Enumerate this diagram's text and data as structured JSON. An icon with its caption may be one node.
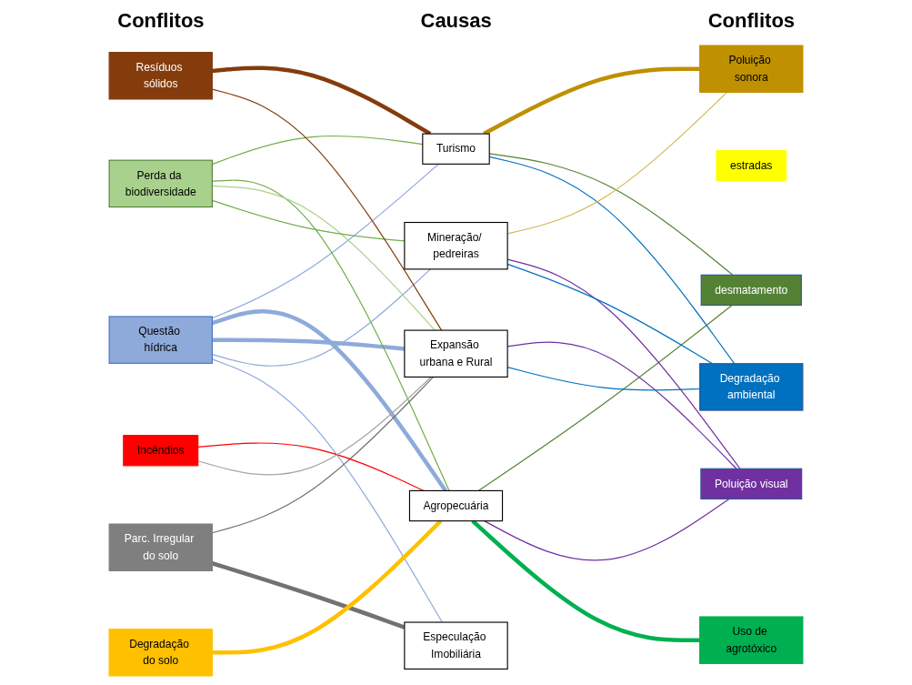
{
  "diagram": {
    "nodes": [
      {
        "text": [
          "Questão hídrica"
        ]
      },
      {
        "text": [
          "Perda da biodiversidade"
        ]
      },
      {
        "text": [
          "Resíduos sólidos"
        ]
      },
      {
        "text": [
          "Parc. Irregular do solo"
        ]
      },
      {
        "text": [
          "Incêndios"
        ]
      },
      {
        "text": [
          "Degradação do solo"
        ]
      },
      {
        "text": [
          "Turismo"
        ]
      },
      {
        "text": [
          "Agropecuária"
        ]
      },
      {
        "text": [
          "Expansão urbana e Rural"
        ]
      },
      {
        "text": [
          "Mineração/ pedreiras"
        ]
      },
      {
        "text": [
          "Especulação Imobiliária"
        ]
      },
      {
        "text": [
          "Poluição sonora"
        ]
      },
      {
        "text": [
          "estradas"
        ]
      },
      {
        "text": [
          "desmatamento"
        ]
      },
      {
        "text": [
          "Poluição visual"
        ]
      },
      {
        "text": [
          "Uso de agrotóxico"
        ]
      },
      {
        "text": [
          "Degradação ambiental"
        ]
      }
    ],
    "edges": [
      {
        "from": 0,
        "to": 6,
        "arrow": "none",
        "color": "#8eaadb"
      },
      {
        "from": 0,
        "to": 7,
        "arrow": "none",
        "style": "thick",
        "color": "#8eaadb"
      },
      {
        "from": 0,
        "to": 8,
        "arrow": "none",
        "style": "thick",
        "color": "#8eaadb"
      },
      {
        "from": 0,
        "to": 9,
        "arrow": "none",
        "color": "#8eaadb"
      },
      {
        "from": 0,
        "to": 10,
        "arrow": "none",
        "color": "#8eaadb"
      },
      {
        "from": 1,
        "to": 6,
        "arrow": "none",
        "color": "#70ad47"
      },
      {
        "from": 1,
        "to": 7,
        "arrow": "none",
        "color": "#70ad47"
      },
      {
        "from": 1,
        "to": 8,
        "arrow": "none",
        "color": "#a9d18e"
      },
      {
        "from": 1,
        "to": 9,
        "arrow": "none",
        "color": "#70ad47"
      },
      {
        "from": 2,
        "to": 6,
        "arrow": "none",
        "style": "thick",
        "color": "#843c0c"
      },
      {
        "from": 2,
        "to": 8,
        "arrow": "none",
        "color": "#843c0c"
      },
      {
        "from": 3,
        "to": 8,
        "arrow": "none",
        "color": "#767171"
      },
      {
        "from": 3,
        "to": 10,
        "arrow": "none",
        "style": "thick",
        "color": "#767171"
      },
      {
        "from": 4,
        "to": 7,
        "arrow": "none",
        "color": "#ff0000"
      },
      {
        "from": 4,
        "to": 8,
        "arrow": "none",
        "color": "#a5a5a5"
      },
      {
        "from": 5,
        "to": 7,
        "arrow": "none",
        "style": "thick",
        "color": "#ffc000"
      },
      {
        "from": 6,
        "to": 11,
        "arrow": "none",
        "style": "thick",
        "color": "#bf9000"
      },
      {
        "from": 6,
        "to": 13,
        "arrow": "none",
        "color": "#548235"
      },
      {
        "from": 6,
        "to": 16,
        "arrow": "none",
        "color": "#0070c0"
      },
      {
        "from": 7,
        "to": 13,
        "arrow": "none",
        "color": "#548235"
      },
      {
        "from": 7,
        "to": 14,
        "arrow": "none",
        "color": "#7030a0"
      },
      {
        "from": 7,
        "to": 15,
        "arrow": "none",
        "style": "thick",
        "color": "#00b050"
      },
      {
        "from": 8,
        "to": 14,
        "arrow": "none",
        "color": "#7030a0"
      },
      {
        "from": 8,
        "to": 16,
        "arrow": "none",
        "color": "#0070c0"
      },
      {
        "from": 9,
        "to": 11,
        "arrow": "none",
        "color": "#d6b656"
      },
      {
        "from": 9,
        "to": 14,
        "arrow": "none",
        "color": "#7030a0"
      },
      {
        "from": 9,
        "to": 16,
        "arrow": "none",
        "color": "#0070c0"
      }
    ],
    "labels": [
      "Conflitos",
      "Causas",
      "Conflitos"
    ]
  }
}
